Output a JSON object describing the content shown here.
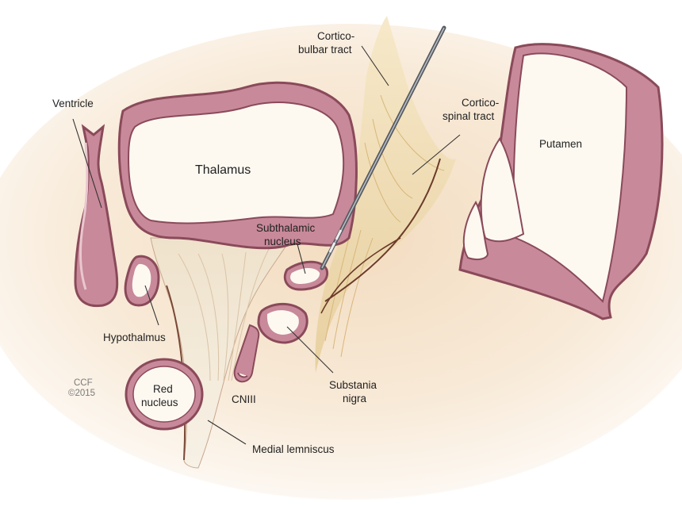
{
  "labels": {
    "corticobulbar_line1": "Cortico-",
    "corticobulbar_line2": "bulbar tract",
    "corticospinal_line1": "Cortico-",
    "corticospinal_line2": "spinal tract",
    "ventricle": "Ventricle",
    "thalamus": "Thalamus",
    "putamen": "Putamen",
    "subthalamic_line1": "Subthalamic",
    "subthalamic_line2": "nucleus",
    "hypothalmus": "Hypothalmus",
    "red_nucleus_line1": "Red",
    "red_nucleus_line2": "nucleus",
    "cniii": "CNIII",
    "substania_nigra_line1": "Substania",
    "substania_nigra_line2": "nigra",
    "medial_lemniscus": "Medial lemniscus"
  },
  "credit": {
    "line1": "CCF",
    "line2": "©2015"
  },
  "colors": {
    "background": "#f6ecd9",
    "structure_wall": "#c8899a",
    "structure_outline": "#8a4a5a",
    "structure_interior": "#fdf9f1",
    "fiber_tract": "#e9d3a6",
    "electrode": "#555a60"
  }
}
